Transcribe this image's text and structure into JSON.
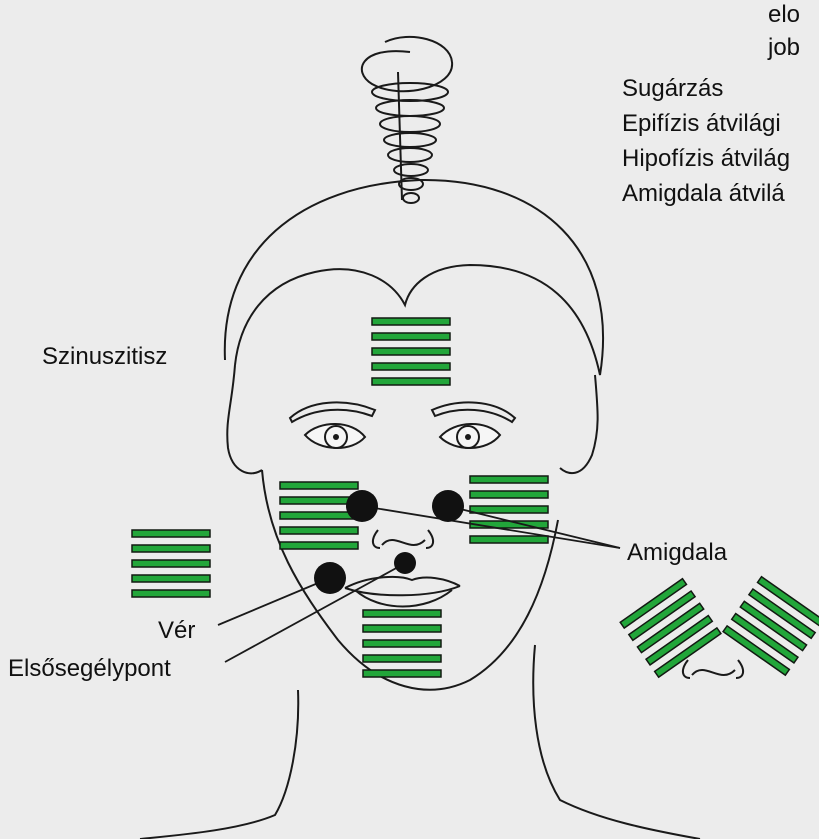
{
  "labels": {
    "top_partial_1": "elo",
    "top_partial_2": "job",
    "legend_1": "Sugárzás",
    "legend_2": "Epifízis átvilági",
    "legend_3": "Hipofízis átvilág",
    "legend_4": "Amigdala átvilá",
    "sinusitis": "Szinuszitisz",
    "amygdala": "Amigdala",
    "blood": "Vér",
    "first_aid": "Elsősegélypont"
  },
  "colors": {
    "stripe_green": "#22a63a",
    "stripe_dark": "#121a12",
    "outline": "#1a1a1a",
    "background": "#ececec"
  },
  "icons": {
    "spiral": "spiral-icon",
    "nose_symbol": "tilde-nose-icon"
  }
}
